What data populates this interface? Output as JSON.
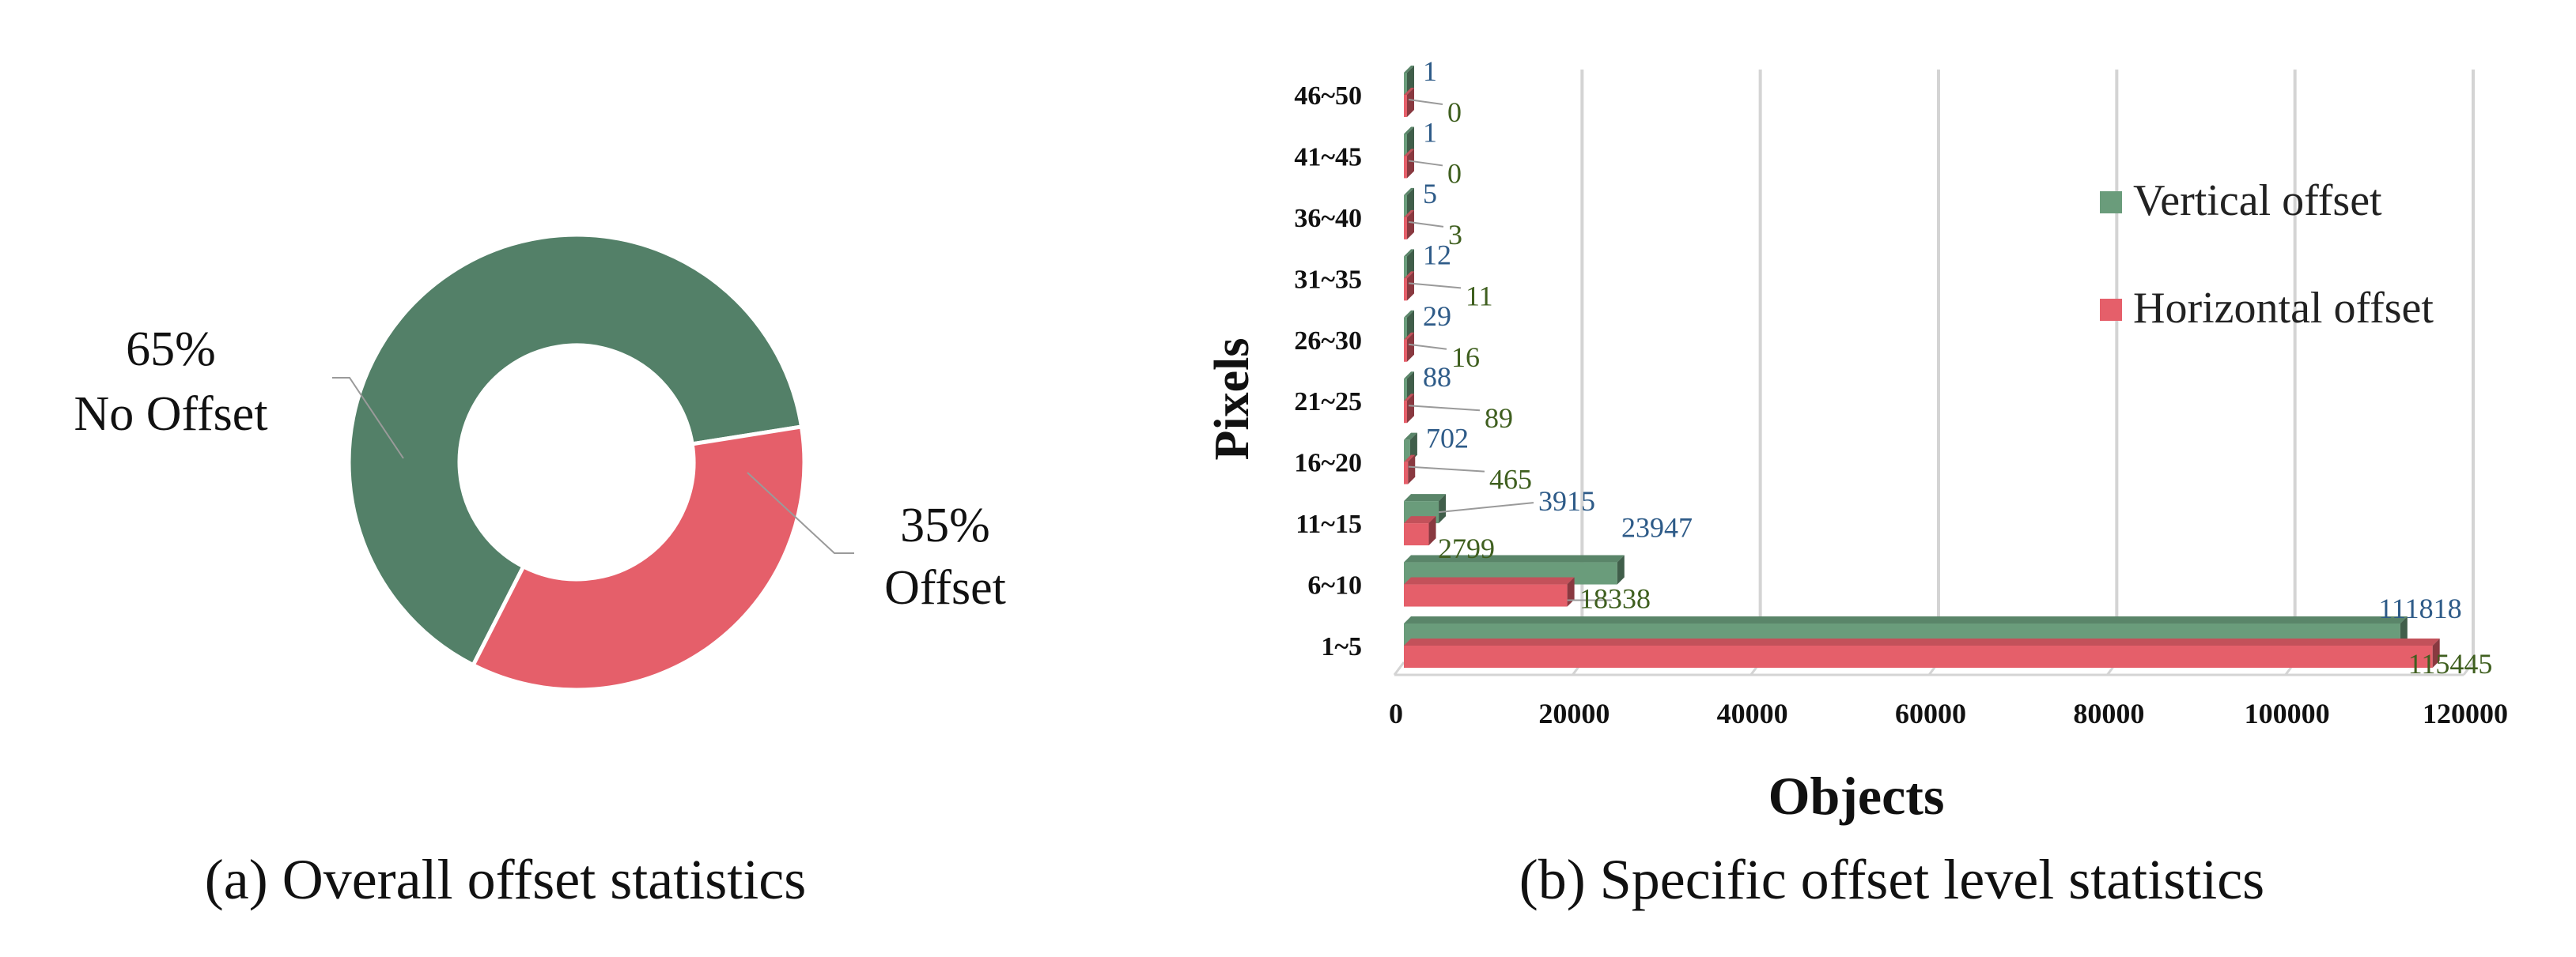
{
  "chart_data": [
    {
      "type": "pie",
      "donut": true,
      "caption": "(a) Overall offset statistics",
      "slices": [
        {
          "label": "No Offset",
          "value": 65,
          "pct_label": "65%",
          "color": "#538068"
        },
        {
          "label": "Offset",
          "value": 35,
          "pct_label": "35%",
          "color": "#E55F6A"
        }
      ]
    },
    {
      "type": "bar",
      "orientation": "horizontal",
      "caption": "(b) Specific offset level statistics",
      "xlabel": "Objects",
      "ylabel": "Pixels",
      "xlim": [
        0,
        120000
      ],
      "xticks": [
        0,
        20000,
        40000,
        60000,
        80000,
        100000,
        120000
      ],
      "grid": true,
      "legend_position": "right",
      "categories": [
        "1~5",
        "6~10",
        "11~15",
        "16~20",
        "21~25",
        "26~30",
        "31~35",
        "36~40",
        "41~45",
        "46~50"
      ],
      "series": [
        {
          "name": "Vertical offset",
          "color": "#6A9C7B",
          "label_color": "#2E5B88",
          "values": [
            111818,
            23947,
            3915,
            702,
            88,
            29,
            12,
            5,
            1,
            1
          ]
        },
        {
          "name": "Horizontal offset",
          "color": "#E55F6A",
          "label_color": "#3F5F1F",
          "values": [
            115445,
            18338,
            2799,
            465,
            89,
            16,
            11,
            3,
            0,
            0
          ]
        }
      ]
    }
  ]
}
